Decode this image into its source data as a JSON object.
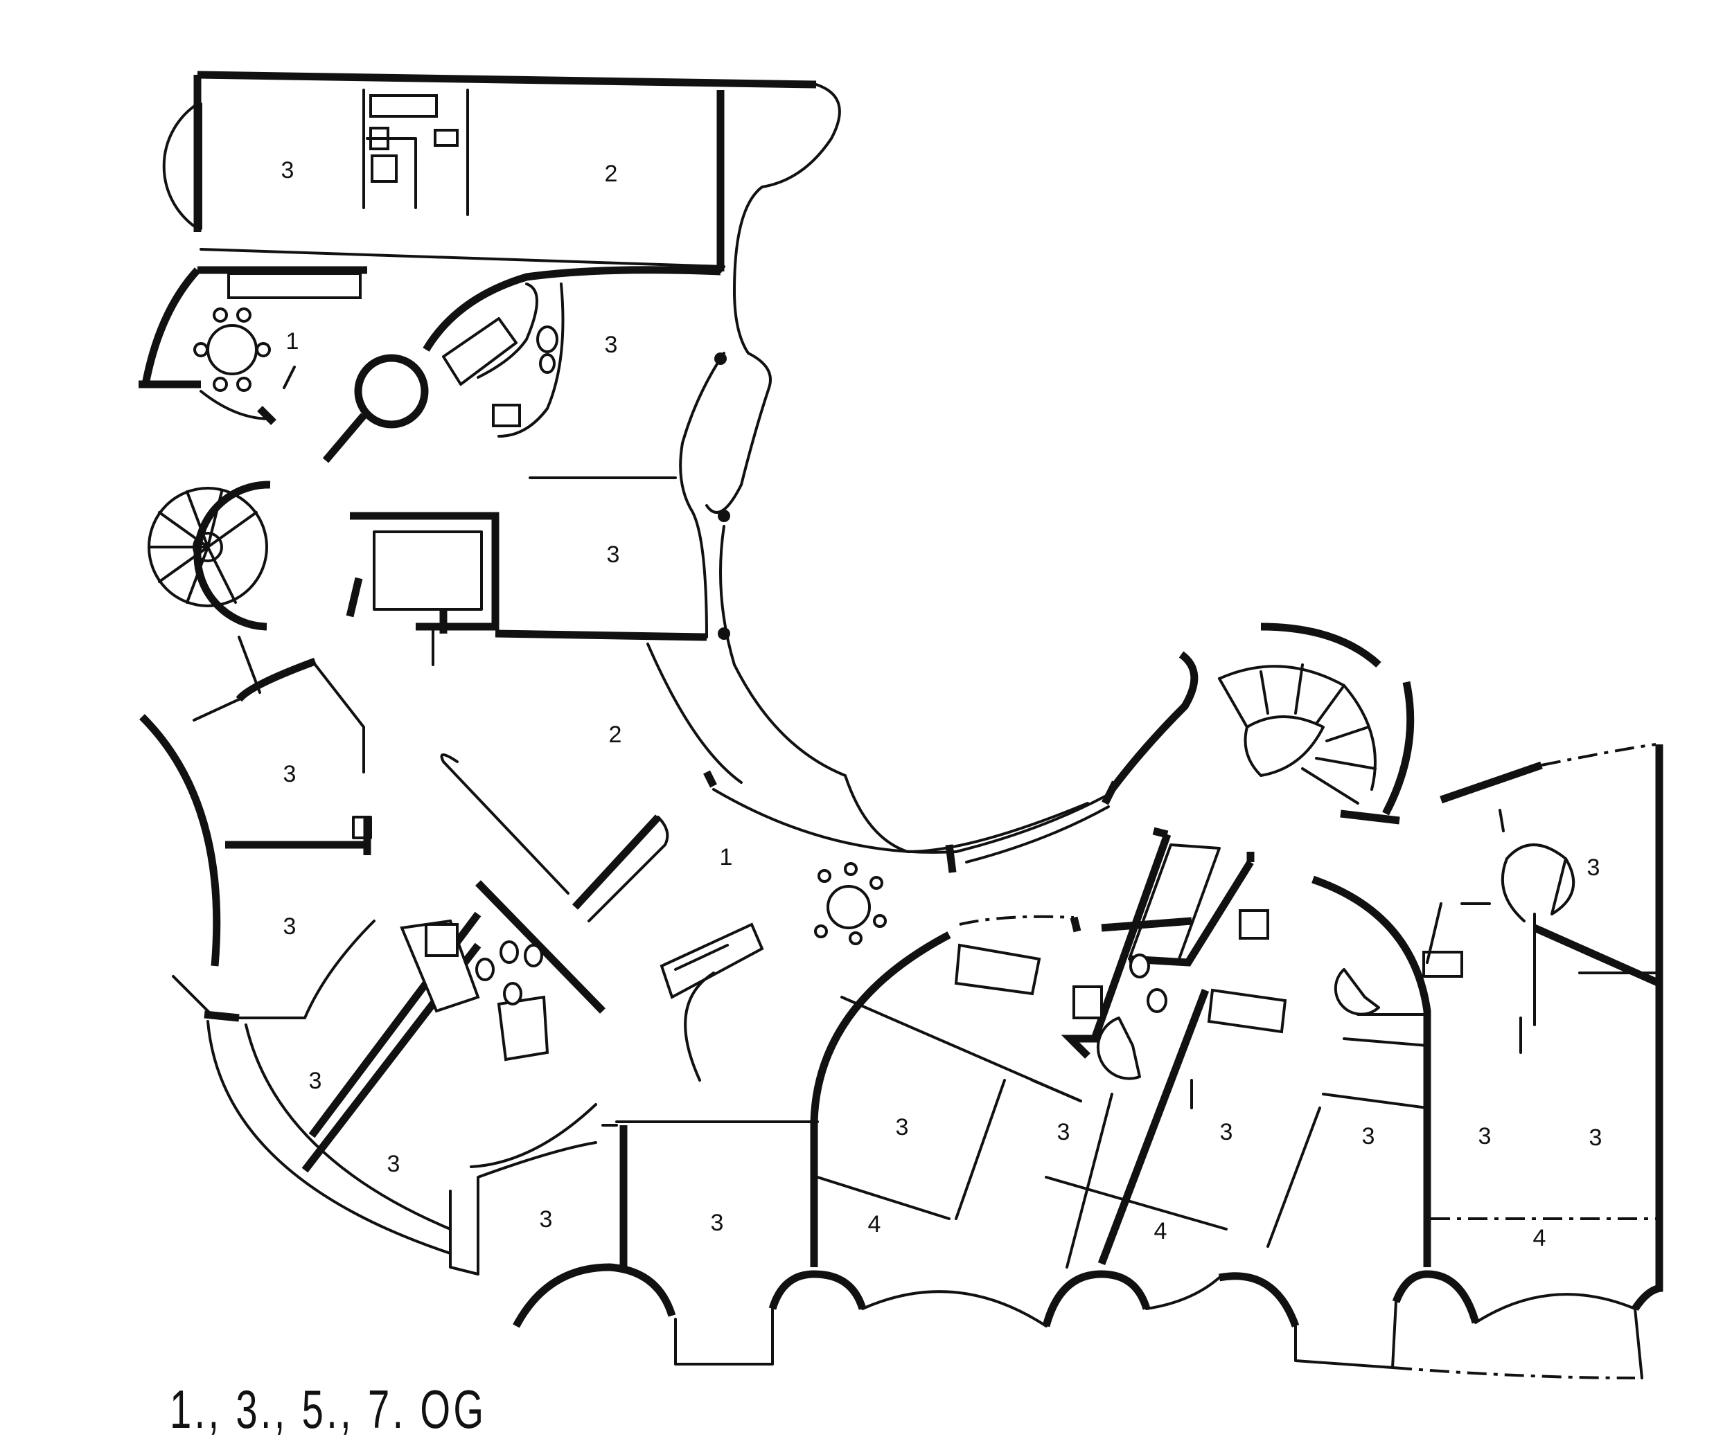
{
  "caption": "1., 3., 5., 7.  OG",
  "room_labels": [
    "3",
    "2",
    "1",
    "3",
    "3",
    "3",
    "2",
    "3",
    "1",
    "3",
    "3",
    "3",
    "3",
    "3",
    "3",
    "3",
    "3",
    "3",
    "3",
    "3",
    "3",
    "4",
    "4",
    "4"
  ]
}
